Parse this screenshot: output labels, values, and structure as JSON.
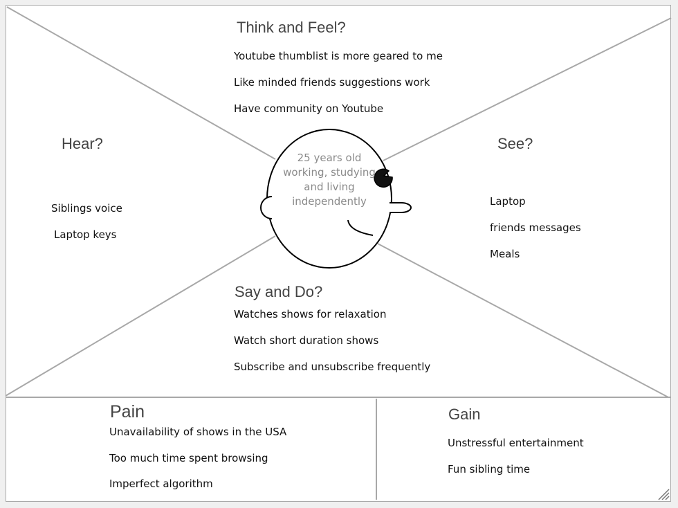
{
  "sections": {
    "think_feel": {
      "title": "Think and Feel?",
      "items": [
        "Youtube thumblist is more geared to me",
        "Like minded friends suggestions work",
        "Have community on Youtube"
      ]
    },
    "hear": {
      "title": "Hear?",
      "items": [
        "Siblings voice",
        "Laptop keys"
      ]
    },
    "see": {
      "title": "See?",
      "items": [
        "Laptop",
        "friends messages",
        "Meals"
      ]
    },
    "say_do": {
      "title": "Say and Do?",
      "items": [
        "Watches shows for relaxation",
        "Watch short duration shows",
        "Subscribe and  unsubscribe frequently"
      ]
    },
    "pain": {
      "title": "Pain",
      "items": [
        "Unavailability of shows in the USA",
        "Too much time spent browsing",
        "Imperfect algorithm"
      ]
    },
    "gain": {
      "title": "Gain",
      "items": [
        "Unstressful entertainment",
        "Fun sibling time"
      ]
    }
  },
  "persona": {
    "lines": [
      "25 years old",
      "working, studying",
      "and living",
      "independently"
    ]
  },
  "colors": {
    "divider": "#a8a8a8",
    "head_outline": "#000000",
    "heading_text": "#444444",
    "persona_text": "#8a8a8a"
  }
}
